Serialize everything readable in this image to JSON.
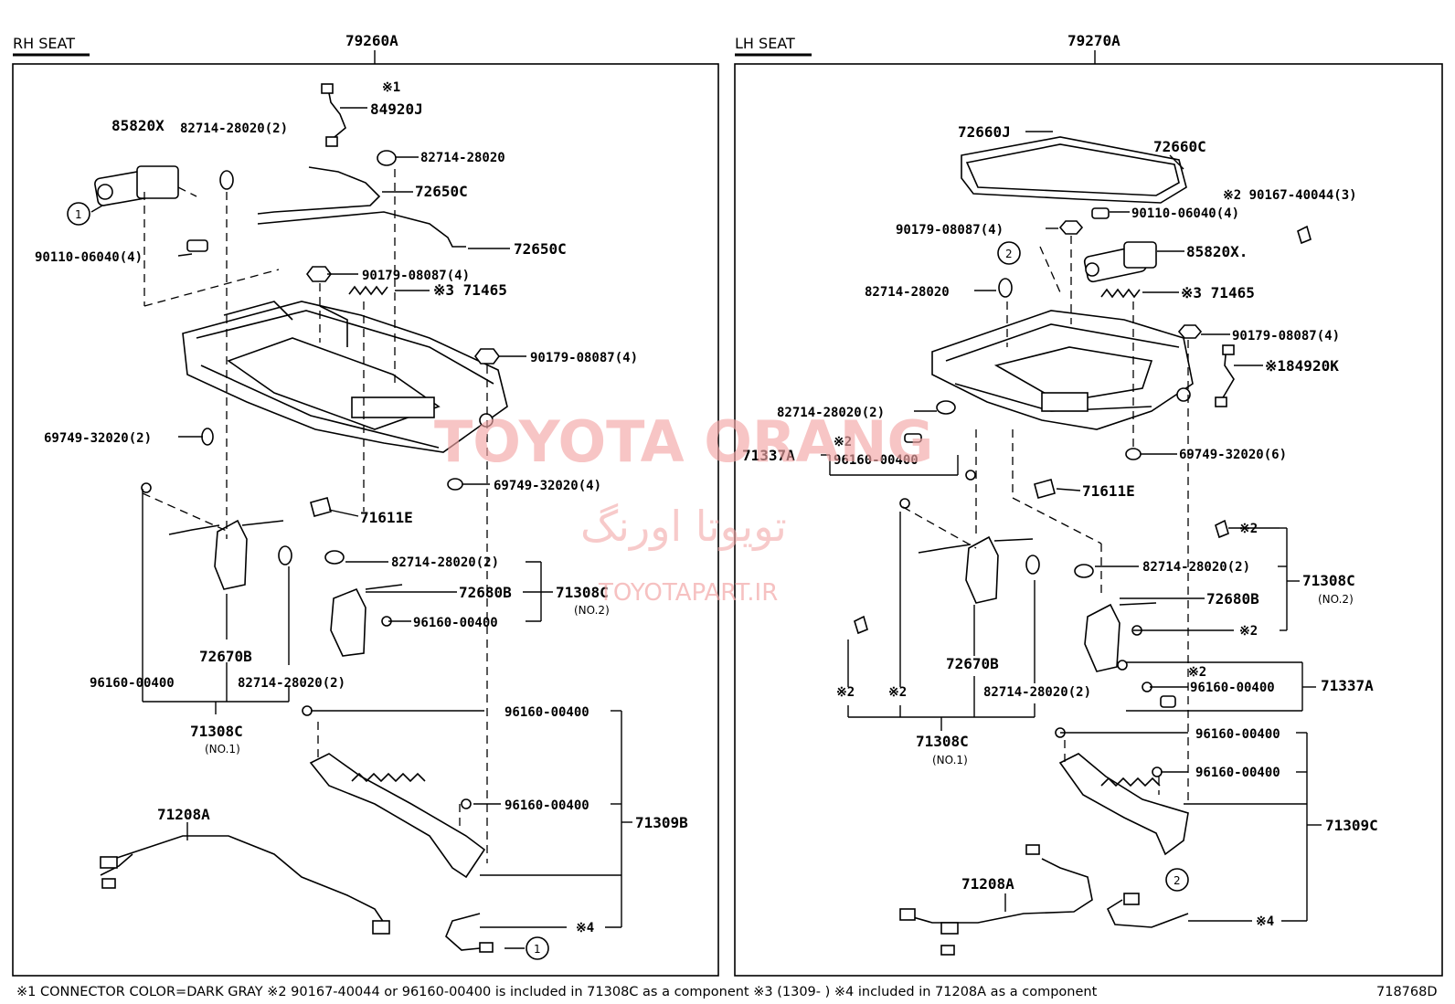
{
  "left_panel": {
    "header": "RH SEAT",
    "assembly": "79260A",
    "labels": {
      "p84920J_note": "※1",
      "p84920J": "84920J",
      "p85820X": "85820X",
      "p82714_28020_2_top": "82714-28020(2)",
      "p82714_28020_top": "82714-28020",
      "p72650C_a": "72650C",
      "p72650C_b": "72650C",
      "p90110": "90110-06040(4)",
      "p90179_a": "90179-08087(4)",
      "p71465": "※3 71465",
      "p90179_b": "90179-08087(4)",
      "p69749_2": "69749-32020(2)",
      "p69749_4": "69749-32020(4)",
      "p71611E": "71611E",
      "p82714_mid": "82714-28020(2)",
      "p72680B": "72680B",
      "p71308C_no2": "71308C",
      "p71308C_no2_sub": "(NO.2)",
      "p96160_mid": "96160-00400",
      "p72670B": "72670B",
      "p96160_left": "96160-00400",
      "p82714_low": "82714-28020(2)",
      "p71308C_no1": "71308C",
      "p71308C_no1_sub": "(NO.1)",
      "p96160_a": "96160-00400",
      "p96160_b": "96160-00400",
      "p71309B": "71309B",
      "p71208A": "71208A",
      "p_note4": "※4",
      "circle1_a": "1",
      "circle1_b": "1"
    }
  },
  "right_panel": {
    "header": "LH SEAT",
    "assembly": "79270A",
    "labels": {
      "p72660J": "72660J",
      "p72660C": "72660C",
      "p90167": "※2 90167-40044(3)",
      "p90110": "90110-06040(4)",
      "p90179_a": "90179-08087(4)",
      "p85820X": "85820X.",
      "p82714_a": "82714-28020",
      "p71465": "※3 71465",
      "p90179_b": "90179-08087(4)",
      "p84920K": "※184920K",
      "p82714_2": "82714-28020(2)",
      "p71337A_note": "※2",
      "p71337A": "71337A",
      "p96160_top": "96160-00400",
      "p69749_6": "69749-32020(6)",
      "p71611E": "71611E",
      "p_note2_a": "※2",
      "p82714_mid": "82714-28020(2)",
      "p71308C_no2": "71308C",
      "p71308C_no2_sub": "(NO.2)",
      "p72680B": "72680B",
      "p_note2_b": "※2",
      "p_note2_c": "※2",
      "p96160_mid": "96160-00400",
      "p71337A_b": "71337A",
      "p72670B": "72670B",
      "p_note2_d": "※2",
      "p_note2_e": "※2",
      "p82714_low": "82714-28020(2)",
      "p71308C_no1": "71308C",
      "p71308C_no1_sub": "(NO.1)",
      "p96160_a": "96160-00400",
      "p96160_b": "96160-00400",
      "p71309C": "71309C",
      "p71208A": "71208A",
      "p_note4": "※4",
      "circle2_a": "2",
      "circle2_b": "2"
    }
  },
  "watermark": {
    "line1": "TOYOTA ORANG",
    "line2": "تویوتا اورنگ",
    "line3": "TOYOTAPART.IR"
  },
  "footer": {
    "notes": "※1 CONNECTOR COLOR=DARK GRAY ※2 90167-40044 or 96160-00400 is included in 71308C as a component ※3 (1309-        ) ※4 included in 71208A as a component",
    "code": "718768D"
  }
}
